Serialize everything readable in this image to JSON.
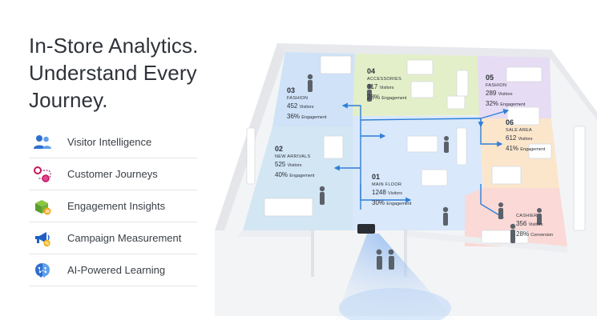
{
  "headline": {
    "line1": "In-Store Analytics.",
    "line2": "Understand Every",
    "line3": "Journey."
  },
  "features": [
    {
      "label": "Visitor Intelligence",
      "icon": "visitors-icon"
    },
    {
      "label": "Customer Journeys",
      "icon": "journey-icon"
    },
    {
      "label": "Engagement Insights",
      "icon": "engagement-box-icon"
    },
    {
      "label": "Campaign Measurement",
      "icon": "megaphone-icon"
    },
    {
      "label": "AI-Powered Learning",
      "icon": "brain-icon"
    }
  ],
  "zones": [
    {
      "num": "01",
      "name": "MAIN FLOOR",
      "value1": "1248",
      "unit1": "Visitors",
      "value2": "30%",
      "unit2": "Engagement"
    },
    {
      "num": "02",
      "name": "NEW ARRIVALS",
      "value1": "525",
      "unit1": "Visitors",
      "value2": "40%",
      "unit2": "Engagement"
    },
    {
      "num": "03",
      "name": "FASHION",
      "value1": "452",
      "unit1": "Visitors",
      "value2": "36%",
      "unit2": "Engagement"
    },
    {
      "num": "04",
      "name": "ACCESSORIES",
      "value1": "317",
      "unit1": "Visitors",
      "value2": "28%",
      "unit2": "Engagement"
    },
    {
      "num": "05",
      "name": "FASHION",
      "value1": "289",
      "unit1": "Visitors",
      "value2": "32%",
      "unit2": "Engagement"
    },
    {
      "num": "06",
      "name": "SALE AREA",
      "value1": "612",
      "unit1": "Visitors",
      "value2": "41%",
      "unit2": "Engagement"
    },
    {
      "num": "",
      "name": "CASHIER",
      "value1": "356",
      "unit1": "Visitors",
      "value2": "28%",
      "unit2": "Conversion"
    }
  ],
  "colors": {
    "zone_blue": "#cfe2f7",
    "zone_green": "#e3efc8",
    "zone_purple": "#e6dcf3",
    "zone_orange": "#fbe6cc",
    "zone_red": "#fad9d6",
    "zone_main": "#d9e8fa",
    "arrow": "#2f7fd8",
    "wall": "#f4f5f7"
  }
}
